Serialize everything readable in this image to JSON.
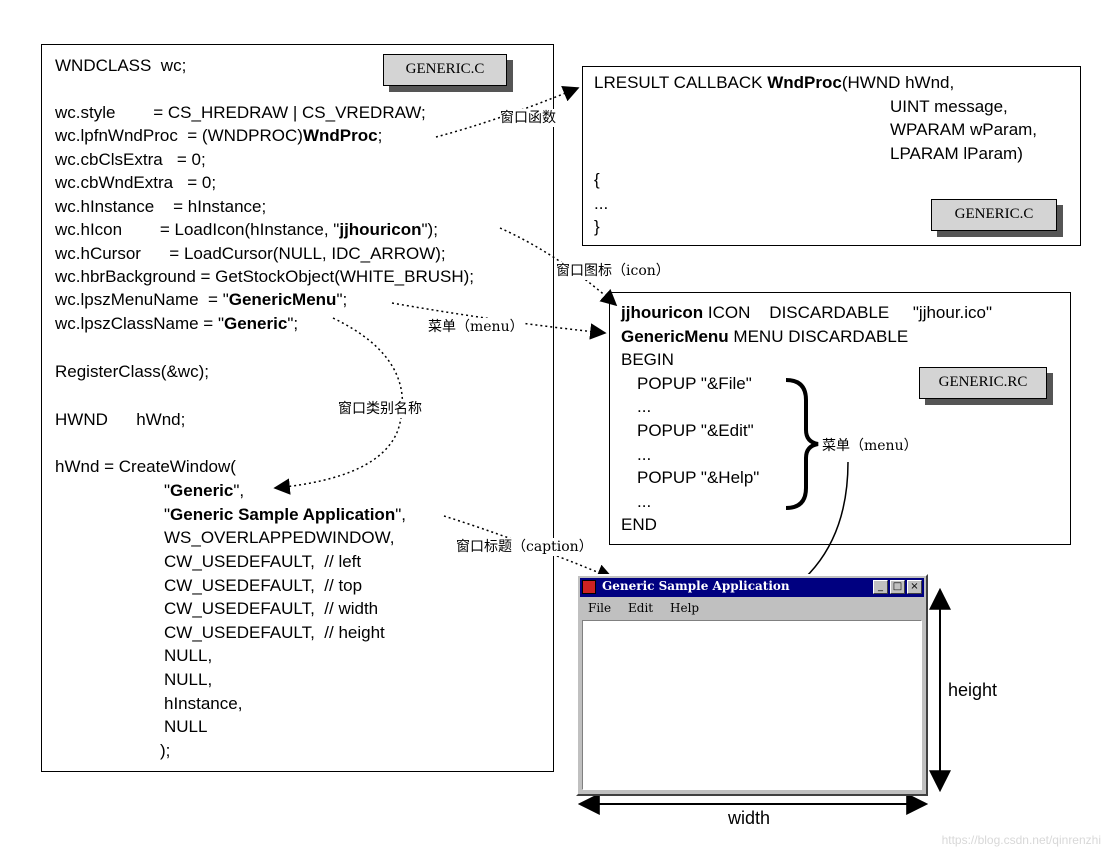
{
  "generic_c_main": {
    "tag": "GENERIC.C",
    "lines": [
      [
        {
          "t": "WNDCLASS  wc;"
        }
      ],
      [
        {
          "t": "wc.style        = CS_HREDRAW | CS_VREDRAW;"
        }
      ],
      [
        {
          "t": "wc.lpfnWndProc  = (WNDPROC)"
        },
        {
          "t": "WndProc",
          "b": true
        },
        {
          "t": ";"
        }
      ],
      [
        {
          "t": "wc.cbClsExtra   = 0;"
        }
      ],
      [
        {
          "t": "wc.cbWndExtra   = 0;"
        }
      ],
      [
        {
          "t": "wc.hInstance    = hInstance;"
        }
      ],
      [
        {
          "t": "wc.hIcon        = LoadIcon(hInstance, \""
        },
        {
          "t": "jjhouricon",
          "b": true
        },
        {
          "t": "\");"
        }
      ],
      [
        {
          "t": "wc.hCursor      = LoadCursor(NULL, IDC_ARROW);"
        }
      ],
      [
        {
          "t": "wc.hbrBackground = GetStockObject(WHITE_BRUSH);"
        }
      ],
      [
        {
          "t": "wc.lpszMenuName  = \""
        },
        {
          "t": "GenericMenu",
          "b": true
        },
        {
          "t": "\";"
        }
      ],
      [
        {
          "t": "wc.lpszClassName = \""
        },
        {
          "t": "Generic",
          "b": true
        },
        {
          "t": "\";"
        }
      ],
      [
        {
          "t": "RegisterClass(&wc);"
        }
      ],
      [
        {
          "t": "HWND      hWnd;"
        }
      ],
      [
        {
          "t": "hWnd = CreateWindow("
        }
      ],
      [
        {
          "t": "\""
        },
        {
          "t": "Generic",
          "b": true
        },
        {
          "t": "\","
        }
      ],
      [
        {
          "t": "\""
        },
        {
          "t": "Generic Sample Application",
          "b": true
        },
        {
          "t": "\","
        }
      ],
      [
        {
          "t": "WS_OVERLAPPEDWINDOW,"
        }
      ],
      [
        {
          "t": "CW_USEDEFAULT,  // left"
        }
      ],
      [
        {
          "t": "CW_USEDEFAULT,  // top"
        }
      ],
      [
        {
          "t": "CW_USEDEFAULT,  // width"
        }
      ],
      [
        {
          "t": "CW_USEDEFAULT,  // height"
        }
      ],
      [
        {
          "t": "NULL,"
        }
      ],
      [
        {
          "t": "NULL,"
        }
      ],
      [
        {
          "t": "hInstance,"
        }
      ],
      [
        {
          "t": "NULL"
        }
      ],
      [
        {
          "t": ");"
        }
      ]
    ]
  },
  "wndproc_box": {
    "tag": "GENERIC.C",
    "lines": [
      [
        {
          "t": "LRESULT CALLBACK "
        },
        {
          "t": "WndProc",
          "b": true
        },
        {
          "t": "(HWND hWnd,"
        }
      ],
      [
        {
          "t": "UINT message,"
        }
      ],
      [
        {
          "t": "WPARAM wParam,"
        }
      ],
      [
        {
          "t": "LPARAM lParam)"
        }
      ],
      [
        {
          "t": "{"
        }
      ],
      [
        {
          "t": "..."
        }
      ],
      [
        {
          "t": "}"
        }
      ]
    ]
  },
  "rc_box": {
    "tag": "GENERIC.RC",
    "lines": [
      [
        {
          "t": "jjhouricon",
          "b": true
        },
        {
          "t": " ICON    DISCARDABLE     \"jjhour.ico\""
        }
      ],
      [
        {
          "t": "GenericMenu",
          "b": true
        },
        {
          "t": " MENU DISCARDABLE"
        }
      ],
      [
        {
          "t": "BEGIN"
        }
      ],
      [
        {
          "t": "POPUP \"&File\""
        }
      ],
      [
        {
          "t": "..."
        }
      ],
      [
        {
          "t": "POPUP \"&Edit\""
        }
      ],
      [
        {
          "t": "..."
        }
      ],
      [
        {
          "t": "POPUP \"&Help\""
        }
      ],
      [
        {
          "t": "..."
        }
      ],
      [
        {
          "t": "END"
        }
      ]
    ]
  },
  "labels": {
    "window_function": "窗口函数",
    "window_icon": "窗口图标（icon）",
    "menu_1": "菜单（menu）",
    "menu_2": "菜单（menu）",
    "window_class_name": "窗口类别名称",
    "window_caption": "窗口标题（caption）"
  },
  "window_mockup": {
    "title": "Generic Sample Application",
    "buttons": [
      "_",
      "□",
      "×"
    ],
    "menu": [
      "File",
      "Edit",
      "Help"
    ]
  },
  "dimensions": {
    "height": "height",
    "width": "width"
  },
  "watermark": "https://blog.csdn.net/qinrenzhi"
}
